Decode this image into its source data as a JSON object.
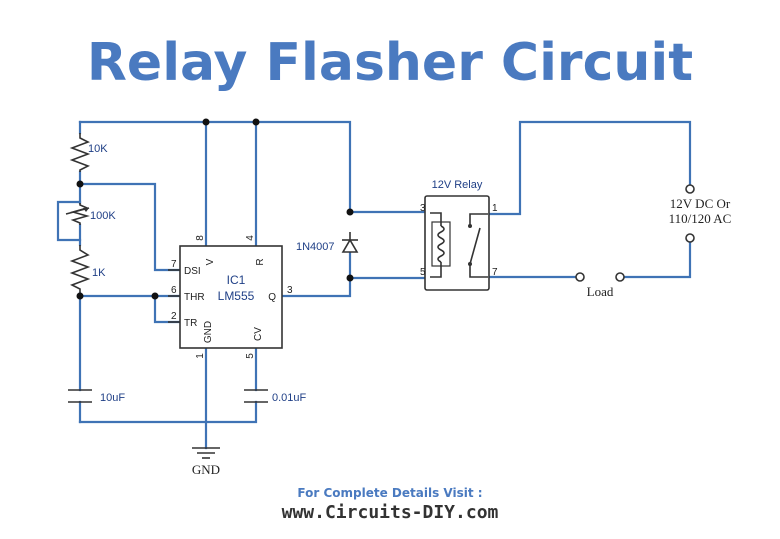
{
  "title": "Relay Flasher Circuit",
  "footer": {
    "line1": "For Complete Details Visit :",
    "line2": "www.Circuits-DIY.com"
  },
  "components": {
    "r1": "10K",
    "pot": "100K",
    "r2": "1K",
    "c1": "10uF",
    "c2": "0.01uF",
    "diode": "1N4007",
    "relay": "12V Relay",
    "ic_name": "IC1",
    "ic_part": "LM555",
    "gnd": "GND",
    "load": "Load",
    "supply_line1": "12V DC Or",
    "supply_line2": "110/120 AC"
  },
  "ic_pins": {
    "dsi": "DSI",
    "thr": "THR",
    "tr": "TR",
    "gnd": "GND",
    "cv": "CV",
    "v": "V",
    "r": "R",
    "q": "Q",
    "p1": "1",
    "p2": "2",
    "p3": "3",
    "p4": "4",
    "p5": "5",
    "p6": "6",
    "p7": "7",
    "p8": "8"
  },
  "relay_pins": {
    "p1": "1",
    "p3": "3",
    "p5": "5",
    "p7": "7"
  },
  "colors": {
    "title": "#4a7ac0",
    "wire": "#3f73b5",
    "label": "#1f3f86"
  }
}
